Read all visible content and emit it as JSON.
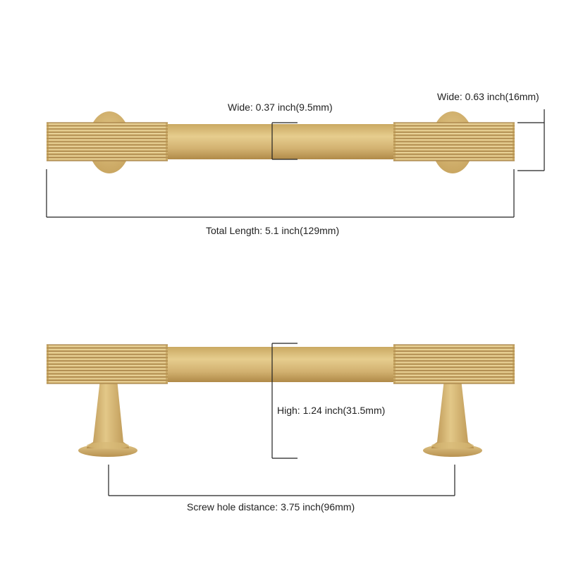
{
  "labels": {
    "bar_width": "Wide: 0.37 inch(9.5mm)",
    "end_width": "Wide: 0.63 inch(16mm)",
    "total_length": "Total Length: 5.1 inch(129mm)",
    "height": "High: 1.24 inch(31.5mm)",
    "screw_hole_distance": "Screw hole distance: 3.75 inch(96mm)"
  },
  "colors": {
    "brass_light": "#e2c786",
    "brass_mid": "#c9a660",
    "brass_dark": "#a5803f",
    "dimension_line": "#222222"
  }
}
